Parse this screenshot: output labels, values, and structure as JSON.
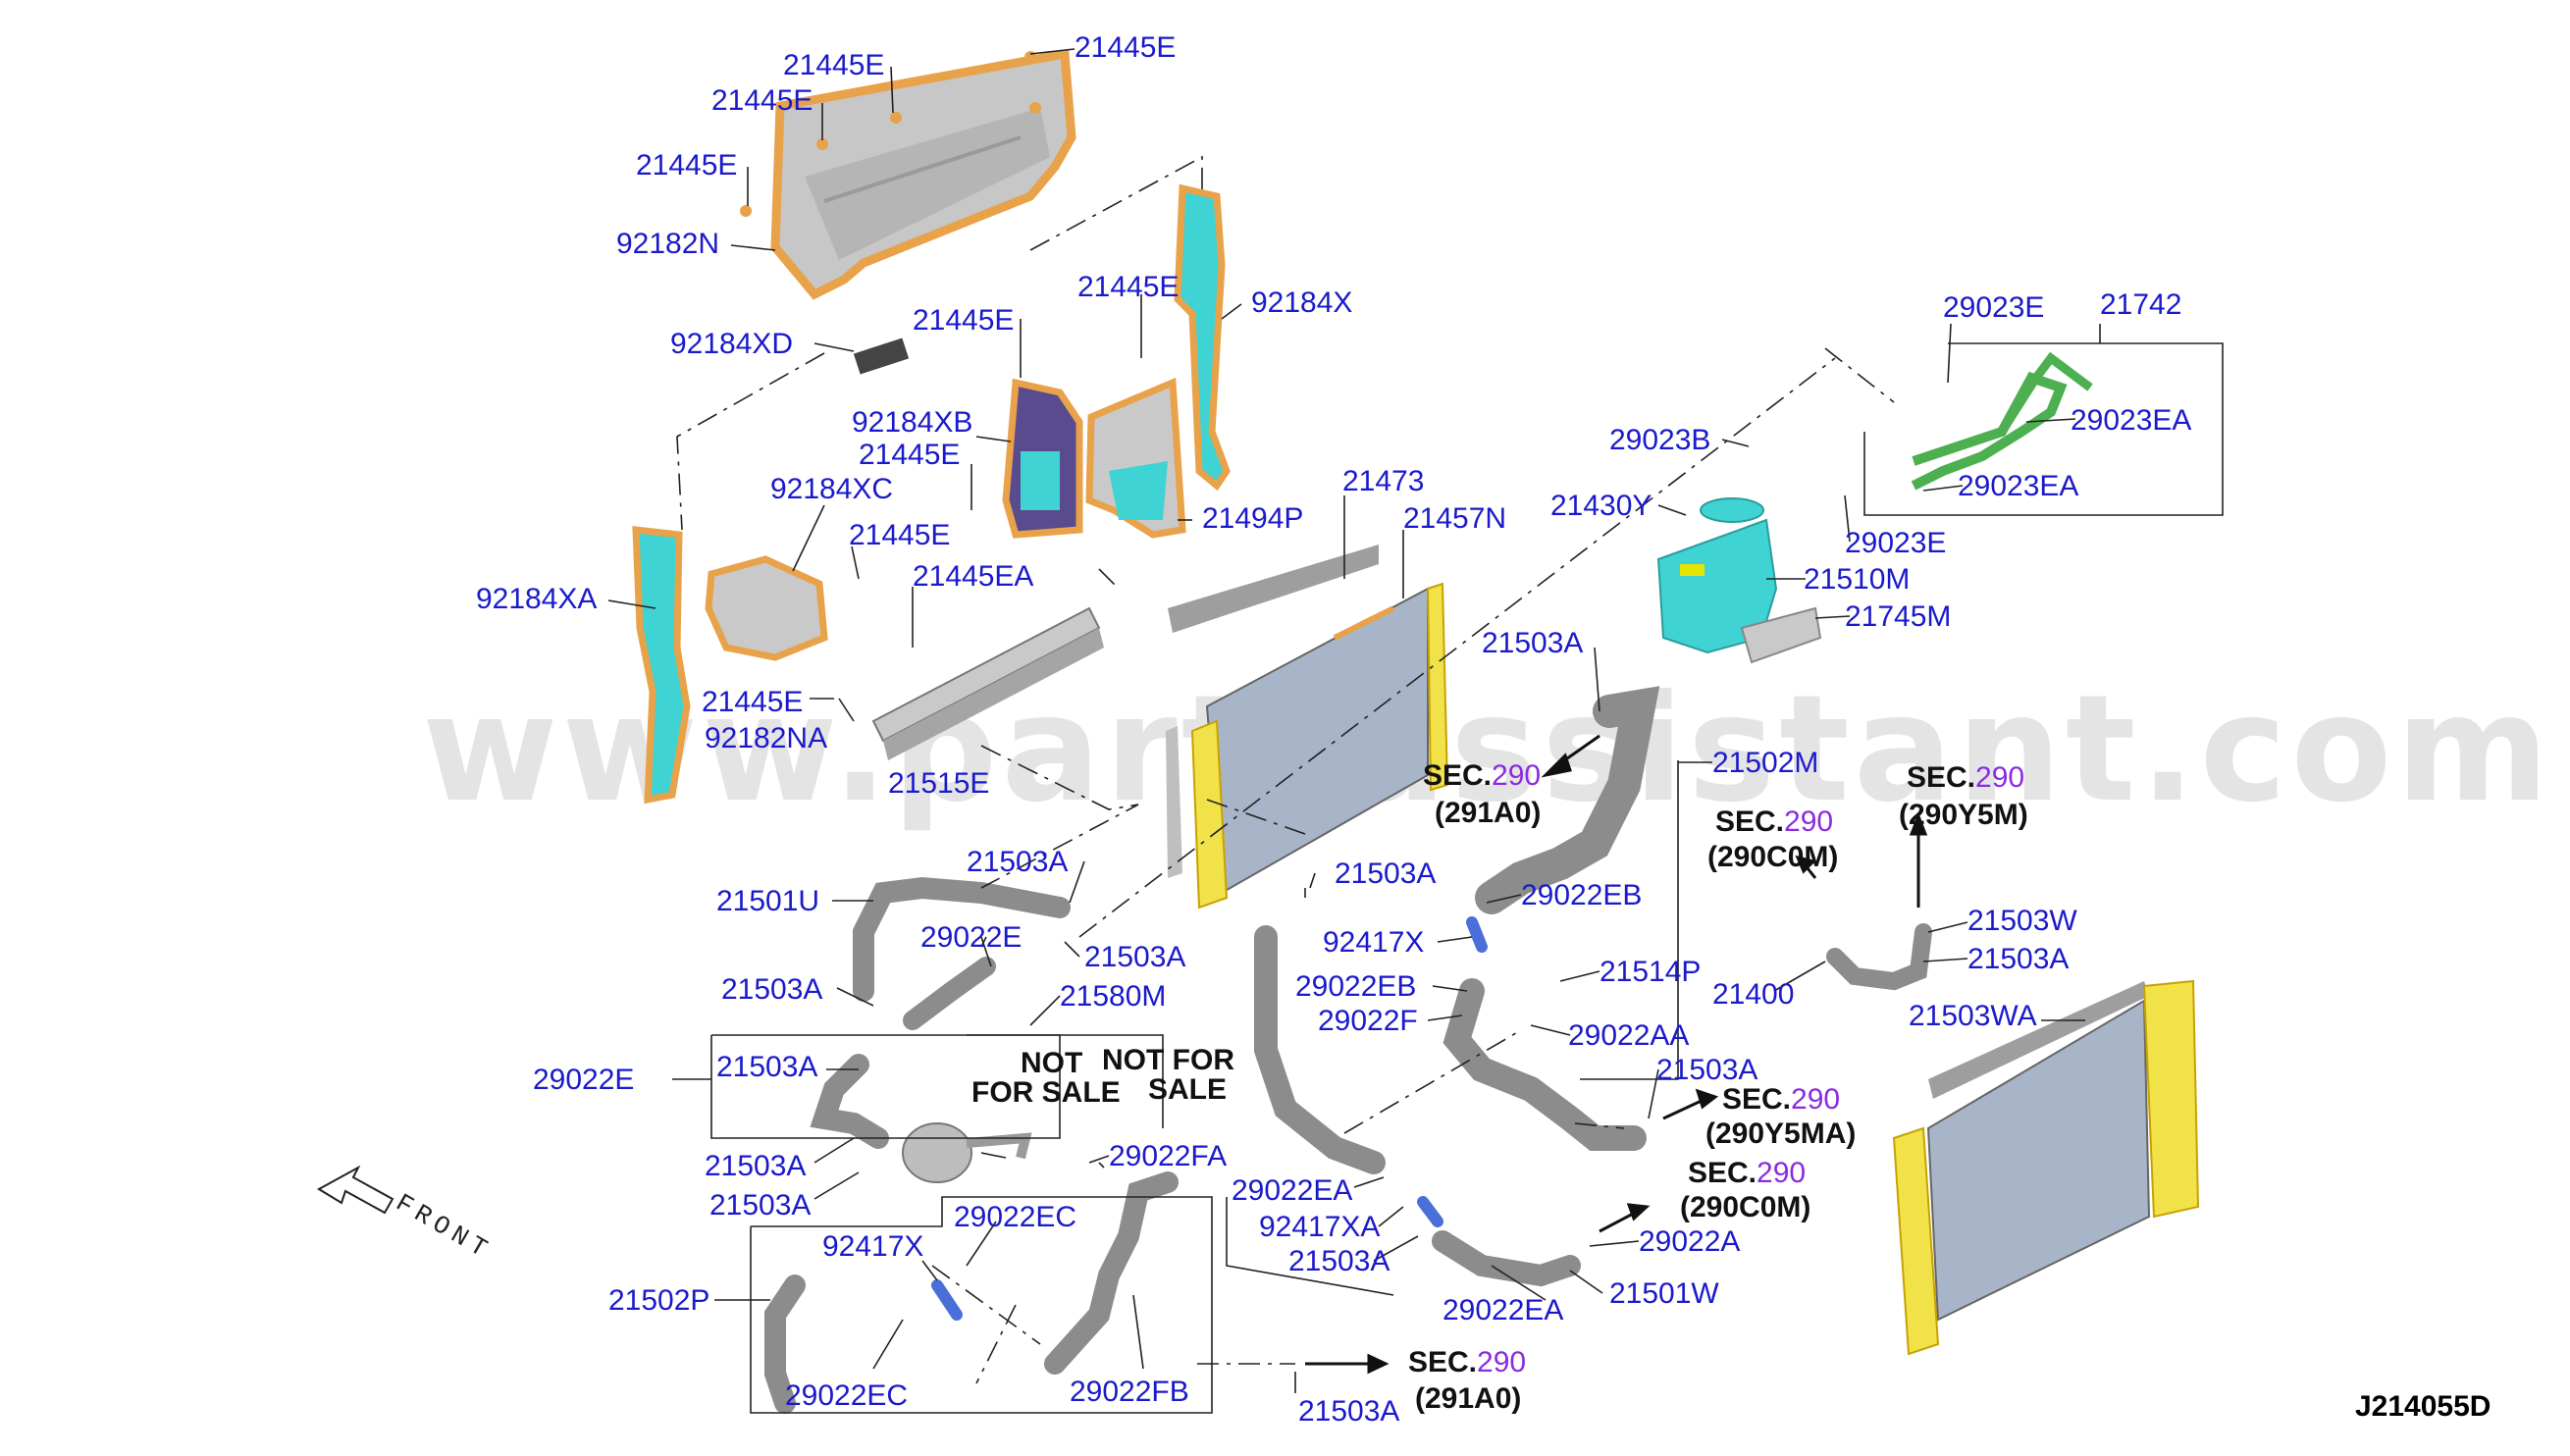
{
  "diagram_code": "J214055D",
  "watermark": "www.partsassistant.com",
  "front_label": "FRONT",
  "not_for_sale": [
    "NOT",
    "FOR SALE",
    "NOT FOR",
    "SALE"
  ],
  "sec_prefix": "SEC.",
  "sec_refs": [
    {
      "num": "290",
      "sub": "(291A0)"
    },
    {
      "num": "290",
      "sub": "(290C0M)"
    },
    {
      "num": "290",
      "sub": "(290Y5M)"
    },
    {
      "num": "290",
      "sub": "(290Y5MA)"
    },
    {
      "num": "290",
      "sub": "(290C0M)"
    },
    {
      "num": "290",
      "sub": "(291A0)"
    }
  ],
  "labels": [
    "21445E",
    "21445E",
    "21445E",
    "21445E",
    "92182N",
    "92184XD",
    "21445E",
    "21445E",
    "92184X",
    "92184XB",
    "21445E",
    "92184XC",
    "21494P",
    "21445E",
    "92184XA",
    "21445EA",
    "21473",
    "21457N",
    "21445E",
    "92182NA",
    "21515E",
    "29023E",
    "21742",
    "29023B",
    "29023EA",
    "29023EA",
    "21430Y",
    "29023E",
    "21510M",
    "21745M",
    "21503A",
    "21502M",
    "21503A",
    "21501U",
    "29022E",
    "21503A",
    "21503A",
    "21580M",
    "21503A",
    "29022EB",
    "92417X",
    "29022EB",
    "29022F",
    "21514P",
    "29022AA",
    "21503A",
    "21503W",
    "21503A",
    "21400",
    "21503WA",
    "29022E",
    "21503A",
    "21503A",
    "21503A",
    "29022A",
    "29022FA",
    "29022EA",
    "92417XA",
    "21503A",
    "29022EC",
    "92417X",
    "21502P",
    "29022EA",
    "21501W",
    "29022EC",
    "29022FB",
    "21503A"
  ],
  "colors": {
    "label": "#1a1acc",
    "sec_number": "#8a2be2",
    "seal": "#e8a24a",
    "panel": "#c9c9c9",
    "hose": "#8c8c8c",
    "reservoir": "#3fd3d3",
    "radiator_frame": "#f2e24a",
    "core": "#a8b4c8"
  }
}
